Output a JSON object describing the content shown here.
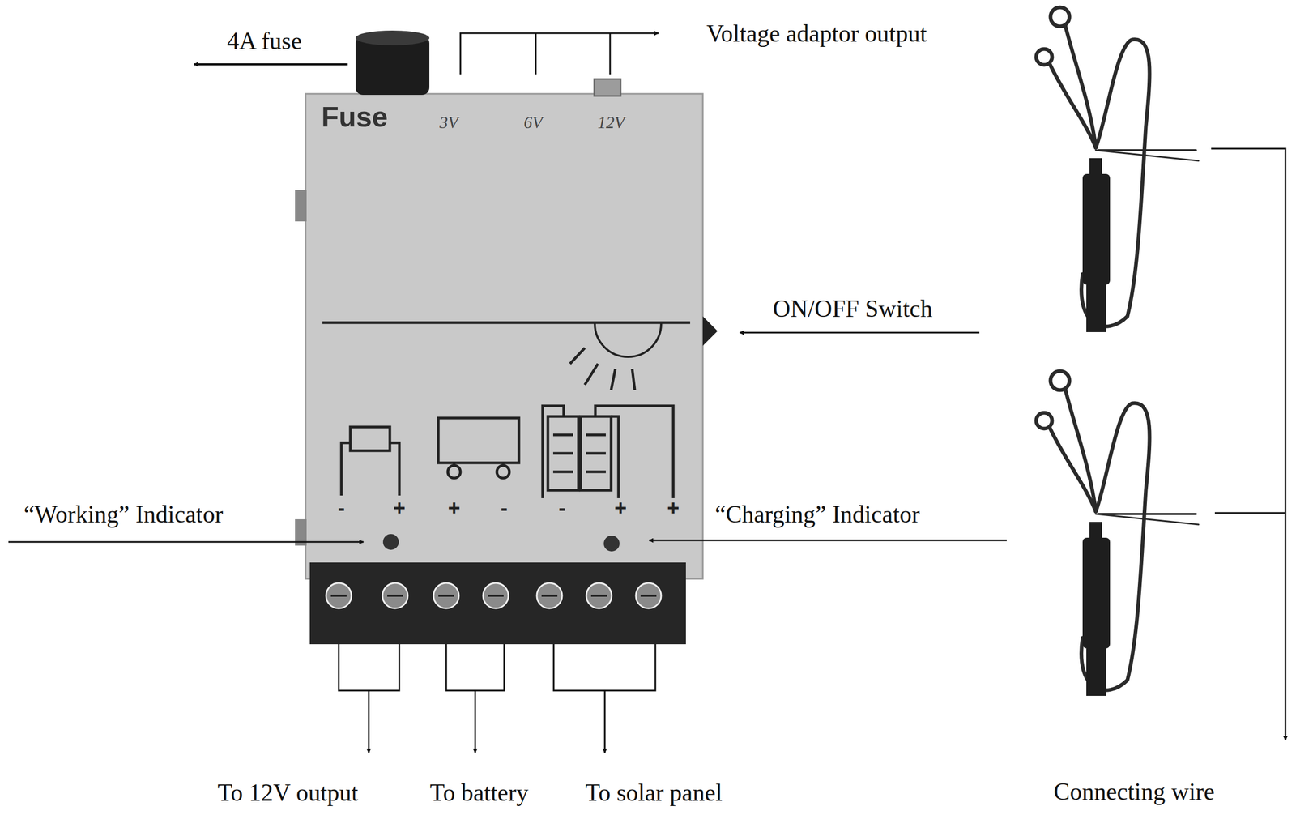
{
  "diagram": {
    "labels": [
      "4A fuse",
      "Voltage adaptor output",
      "Fuse",
      "3V",
      "6V",
      "12V",
      "ON/OFF Switch",
      "“Working” Indicator",
      "“Charging” Indicator",
      "-",
      "+",
      "+",
      "-",
      "-",
      "+",
      "+",
      "To 12V output",
      "To battery",
      "To solar panel",
      "Connecting wire"
    ]
  }
}
